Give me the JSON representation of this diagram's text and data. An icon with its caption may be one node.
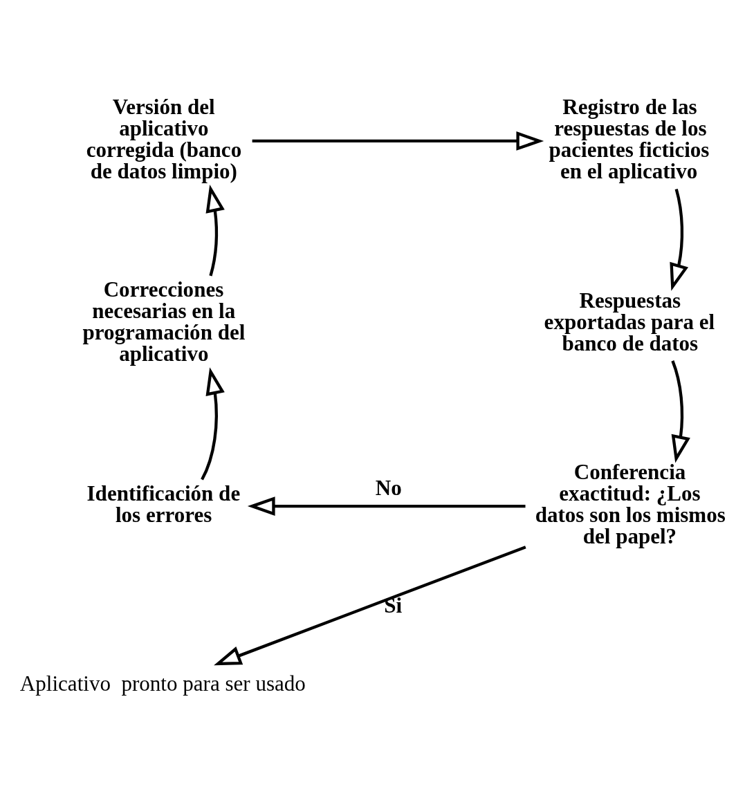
{
  "diagram": {
    "nodes": [
      {
        "text": [
          "Versión del aplicativo corregida (banco de datos limpio)"
        ]
      },
      {
        "text": [
          "Registro de las respuestas de los pacientes ficticios en el aplicativo"
        ]
      },
      {
        "text": [
          "Respuestas exportadas para el banco de datos"
        ]
      },
      {
        "text": [
          "Conferencia exactitud: ¿Los datos son los mismos del papel?"
        ]
      },
      {
        "text": [
          "Identificación de los errores"
        ]
      },
      {
        "text": [
          "Correcciones necesarias en la programación del aplicativo"
        ]
      },
      {
        "text": [
          "Aplicativo  pronto para ser usado"
        ]
      }
    ],
    "edges": [
      {
        "from": 0,
        "to": 1,
        "arrow": "to"
      },
      {
        "from": 1,
        "to": 2,
        "arrow": "to"
      },
      {
        "from": 2,
        "to": 3,
        "arrow": "to"
      },
      {
        "from": 3,
        "to": 4,
        "arrow": "to",
        "label": "No"
      },
      {
        "from": 4,
        "to": 5,
        "arrow": "to"
      },
      {
        "from": 5,
        "to": 0,
        "arrow": "to"
      },
      {
        "from": 3,
        "to": 6,
        "arrow": "to",
        "label": "Si"
      }
    ]
  }
}
